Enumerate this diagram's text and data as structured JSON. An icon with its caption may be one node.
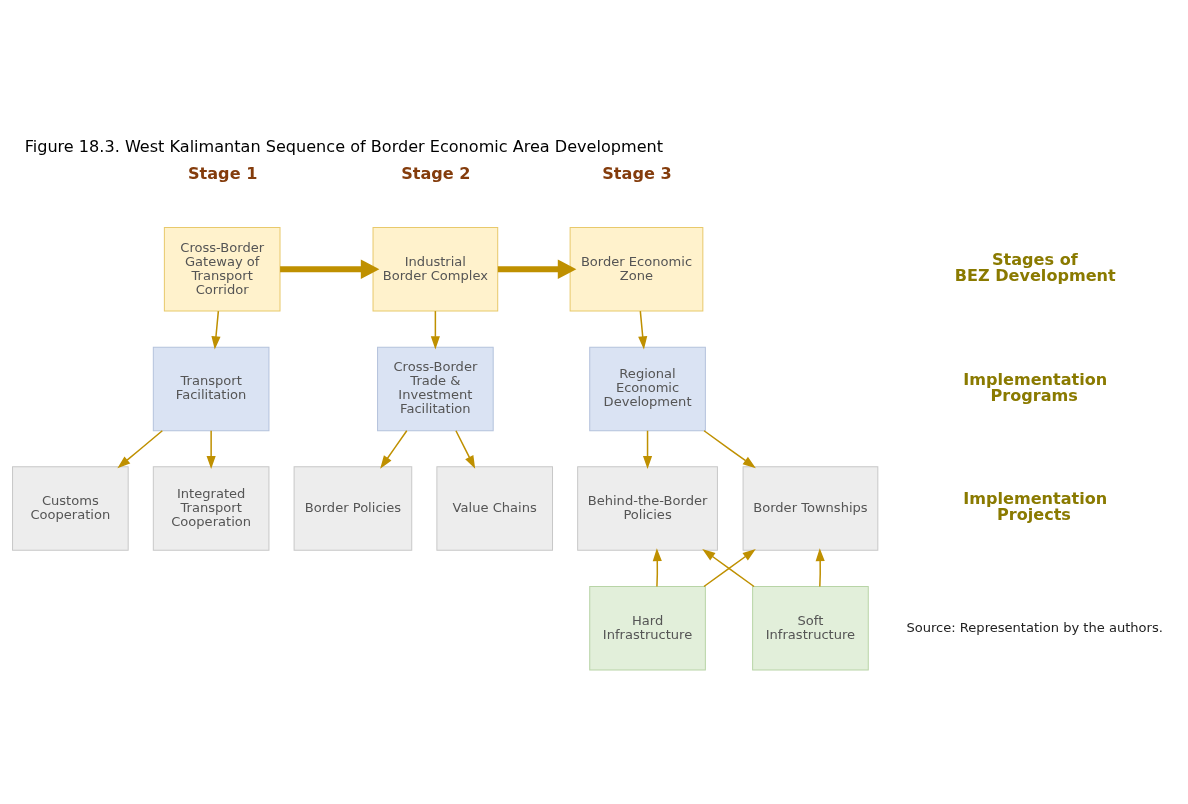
{
  "diagram": {
    "title": "Figure 18.3. West Kalimantan Sequence of Border Economic Area Development",
    "caption": "Source: Representation by the authors.",
    "nodes": [
      {
        "text": [
          "Cross-Border Gateway of Transport Corridor"
        ]
      },
      {
        "text": [
          "Industrial Border Complex"
        ]
      },
      {
        "text": [
          "Border Economic Zone"
        ]
      },
      {
        "text": [
          "Transport Facilitation"
        ]
      },
      {
        "text": [
          "Cross-Border Trade & Investment Facilitation"
        ]
      },
      {
        "text": [
          "Regional Economic Development"
        ]
      },
      {
        "text": [
          "Customs Cooperation"
        ]
      },
      {
        "text": [
          "Integrated Transport Cooperation"
        ]
      },
      {
        "text": [
          "Border Policies"
        ]
      },
      {
        "text": [
          "Value Chains"
        ]
      },
      {
        "text": [
          "Behind-the-Border Policies"
        ]
      },
      {
        "text": [
          "Border Townships"
        ]
      },
      {
        "text": [
          "Hard Infrastructure"
        ]
      },
      {
        "text": [
          "Soft Infrastructure"
        ]
      }
    ],
    "edges": [
      {
        "from": 0,
        "to": 1,
        "arrow": "to",
        "style": "thick"
      },
      {
        "from": 1,
        "to": 2,
        "arrow": "to",
        "style": "thick"
      },
      {
        "from": 0,
        "to": 3,
        "arrow": "to"
      },
      {
        "from": 1,
        "to": 4,
        "arrow": "to"
      },
      {
        "from": 2,
        "to": 5,
        "arrow": "to"
      },
      {
        "from": 3,
        "to": 6,
        "arrow": "to"
      },
      {
        "from": 3,
        "to": 7,
        "arrow": "to"
      },
      {
        "from": 4,
        "to": 8,
        "arrow": "to"
      },
      {
        "from": 4,
        "to": 9,
        "arrow": "to"
      },
      {
        "from": 5,
        "to": 10,
        "arrow": "to"
      },
      {
        "from": 5,
        "to": 11,
        "arrow": "to"
      },
      {
        "from": 12,
        "to": 10,
        "arrow": "to"
      },
      {
        "from": 12,
        "to": 11,
        "arrow": "to"
      },
      {
        "from": 13,
        "to": 10,
        "arrow": "to"
      },
      {
        "from": 13,
        "to": 11,
        "arrow": "to"
      }
    ],
    "labels": [
      "Stage 1",
      "Stage 2",
      "Stage 3",
      "Stages of BEZ Development",
      "Implementation Programs",
      "Implementation Projects"
    ]
  }
}
